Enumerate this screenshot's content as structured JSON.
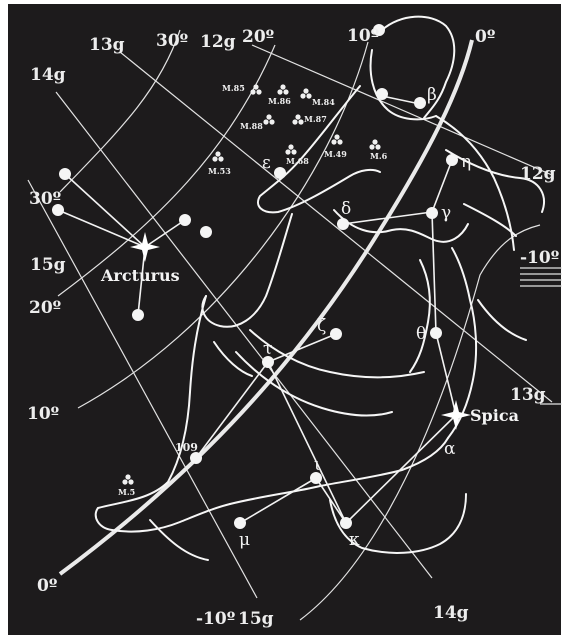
{
  "colors": {
    "background": "#1d1b1c",
    "ink": "#f3f3f3",
    "frame": "#ffffff"
  },
  "grid_labels": {
    "g13_top": "13g",
    "dec30_top": "30º",
    "g12_top": "12g",
    "dec20_top": "20º",
    "dec10_top": "10º",
    "dec0_top": "0º",
    "g14_left": "14g",
    "dec30_left": "30º",
    "g15_left": "15g",
    "dec20_left": "20º",
    "dec10_left": "10º",
    "dec0_bottom": "0º",
    "g12_right": "12g",
    "decm10_right": "-10º",
    "g13_right": "13g",
    "decm10_bottom": "-10º",
    "g15_bottom": "15g",
    "g14_bottom": "14g"
  },
  "stars": {
    "arcturus": "Arcturus",
    "spica": "Spica",
    "alpha": "α",
    "beta": "β",
    "gamma": "γ",
    "delta": "δ",
    "epsilon": "ε",
    "zeta": "ζ",
    "eta": "η",
    "theta": "θ",
    "iota": "ι",
    "kappa": "κ",
    "mu": "μ",
    "tau": "τ",
    "n109": "109"
  },
  "clusters": {
    "m85": "M.85",
    "m86": "M.86",
    "m84": "M.84",
    "m88": "M.88",
    "m87": "M.87",
    "m68": "M.68",
    "m49": "M.49",
    "m6": "M.6",
    "m53": "M.53",
    "m5": "M.5"
  }
}
